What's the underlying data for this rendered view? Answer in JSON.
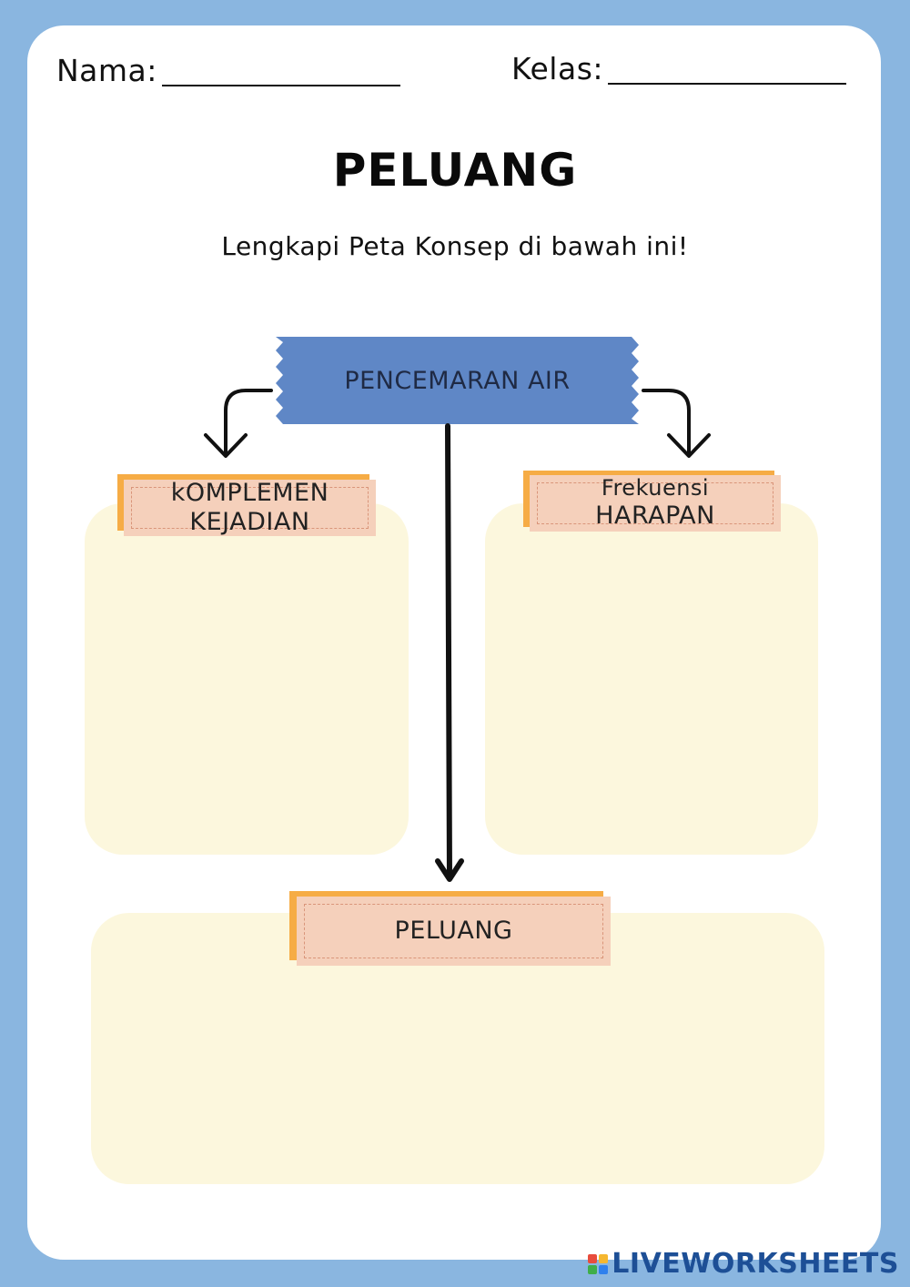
{
  "header": {
    "name_label": "Nama:",
    "class_label": "Kelas:"
  },
  "title": "PELUANG",
  "instruction": "Lengkapi Peta Konsep di bawah ini!",
  "concept_map": {
    "center_node": "PENCEMARAN AIR",
    "left_node": {
      "line1": "kOMPLEMEN",
      "line2": "KEJADIAN"
    },
    "right_node": {
      "line1": "Frekuensi",
      "line2": "HARAPAN"
    },
    "bottom_node": "PELUANG"
  },
  "brand": {
    "name": "LIVEWORKSHEETS"
  },
  "colors": {
    "page_border": "#8ab6e0",
    "center_banner": "#5f87c6",
    "answer_box": "#fcf7dd",
    "tag_back": "#f6ac45",
    "tag_front": "#f5d0bb",
    "brand_text": "#1d4f96"
  }
}
